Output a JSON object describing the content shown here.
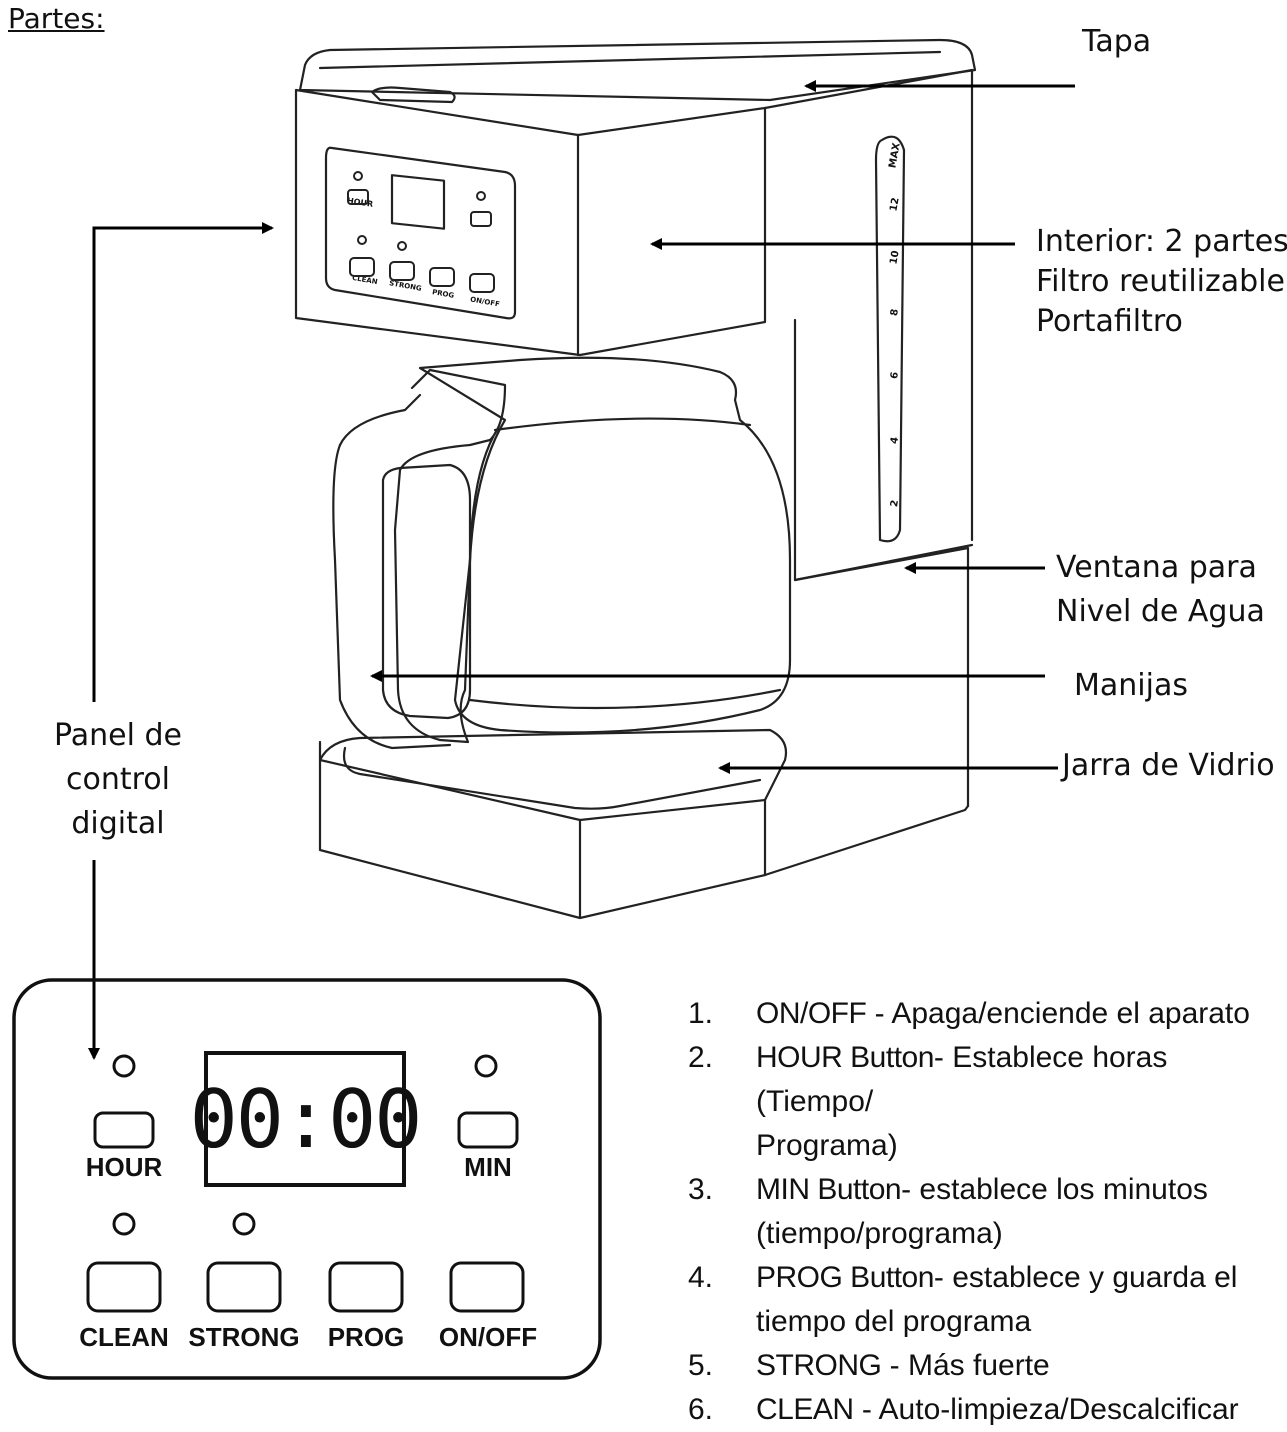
{
  "title": "Partes:",
  "callouts": {
    "tapa": "Tapa",
    "interior_1": "Interior: 2 partes",
    "interior_2": "Filtro reutilizable",
    "interior_3": "Portafiltro",
    "ventana_1": "Ventana para",
    "ventana_2": "Nivel de Agua",
    "manijas": "Manijas",
    "jarra": "Jarra de Vidrio",
    "panel_1": "Panel de",
    "panel_2": "control",
    "panel_3": "digital"
  },
  "machine_panel": {
    "hour": "HOUR",
    "clean": "CLEAN",
    "strong": "STRONG",
    "prog": "PROG",
    "onoff": "ON/OFF"
  },
  "water_scale": [
    "MAX",
    "12",
    "10",
    "8",
    "6",
    "4",
    "2"
  ],
  "panel": {
    "display": "00:00",
    "hour": "HOUR",
    "min": "MIN",
    "clean": "CLEAN",
    "strong": "STRONG",
    "prog": "PROG",
    "onoff": "ON/OFF"
  },
  "list": [
    {
      "num": "1.",
      "name": "ON/OFF",
      "desc": " - Apaga/enciende el aparato",
      "cont": ""
    },
    {
      "num": "2.",
      "name": "HOUR Button",
      "desc": "- Establece horas (Tiempo/",
      "cont": "Programa)"
    },
    {
      "num": "3.",
      "name": "MIN Button",
      "desc": "- establece los minutos",
      "cont": "(tiempo/programa)"
    },
    {
      "num": "4.",
      "name": "PROG Button",
      "desc": "- establece y guarda el",
      "cont": "tiempo del programa"
    },
    {
      "num": "5.",
      "name": "STRONG",
      "desc": " - Más fuerte",
      "cont": ""
    },
    {
      "num": "6.",
      "name": "CLEAN",
      "desc": " - Auto-limpieza/Descalcificar",
      "cont": ""
    }
  ]
}
